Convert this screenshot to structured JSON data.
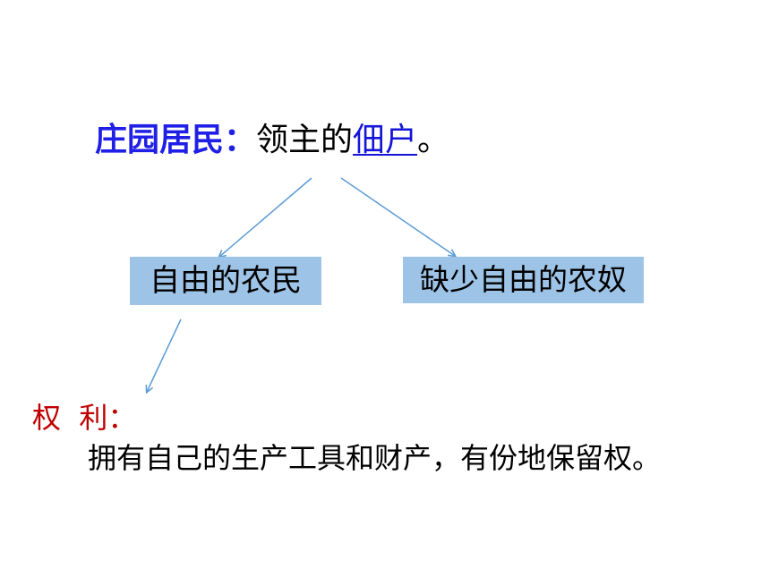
{
  "title": {
    "term": "庄园居民：",
    "text_before_link": "领主的",
    "link": "佃户",
    "text_after_link": "。"
  },
  "branches": [
    {
      "label": "自由的农民"
    },
    {
      "label": "缺少自由的农奴"
    }
  ],
  "rights": {
    "label": "权  利：",
    "text": "拥有自己的生产工具和财产，有份地保留权。"
  },
  "colors": {
    "term": "#1f1fe6",
    "link": "#1515d8",
    "box_fill": "#9dc3e6",
    "arrow": "#5b9bd5",
    "rights_label": "#c00000"
  }
}
